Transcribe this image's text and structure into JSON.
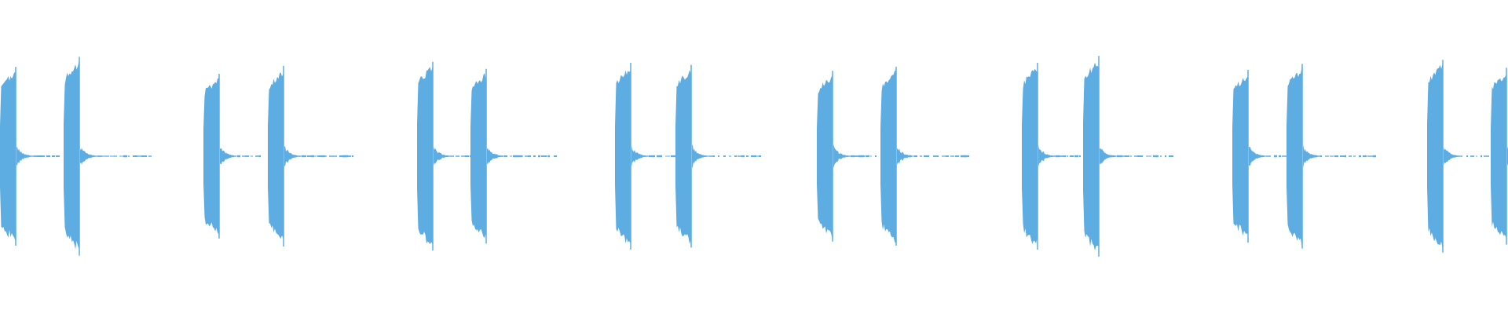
{
  "waveform": {
    "color": "#5dade2",
    "background": "#ffffff",
    "pulses": [
      {
        "amplitude": 0.89
      },
      {
        "amplitude": 0.99
      },
      {
        "amplitude": 0.82
      },
      {
        "amplitude": 0.9
      },
      {
        "amplitude": 0.94
      },
      {
        "amplitude": 0.87
      },
      {
        "amplitude": 0.93
      },
      {
        "amplitude": 0.91
      },
      {
        "amplitude": 0.85
      },
      {
        "amplitude": 0.89
      },
      {
        "amplitude": 0.93
      },
      {
        "amplitude": 1.0
      },
      {
        "amplitude": 0.86
      },
      {
        "amplitude": 0.92
      },
      {
        "amplitude": 0.96
      },
      {
        "amplitude": 0.88
      }
    ]
  }
}
